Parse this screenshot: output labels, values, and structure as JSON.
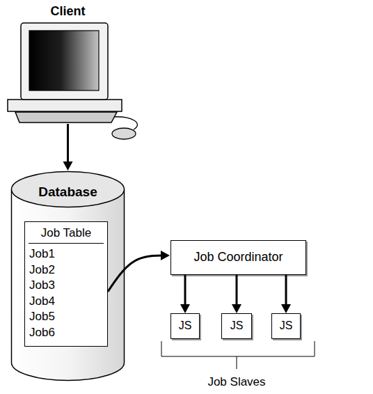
{
  "diagram": {
    "nodes": [
      {
        "text": [
          "Client"
        ]
      },
      {
        "text": [
          "Database"
        ]
      },
      {
        "text": [
          "Job Table",
          "Job1",
          "Job2",
          "Job3",
          "Job4",
          "Job5",
          "Job6"
        ],
        "in": 1
      },
      {
        "text": [
          "Job Coordinator"
        ]
      },
      {
        "text": [
          "JS"
        ]
      },
      {
        "text": [
          "JS"
        ]
      },
      {
        "text": [
          "JS"
        ]
      }
    ],
    "edges": [
      {
        "from": 0,
        "to": 1,
        "arrow": "to"
      },
      {
        "from": 2,
        "to": 3,
        "arrow": "to"
      },
      {
        "from": 3,
        "to": 4,
        "arrow": "to"
      },
      {
        "from": 3,
        "to": 5,
        "arrow": "to"
      },
      {
        "from": 3,
        "to": 6,
        "arrow": "to"
      }
    ],
    "labels": [
      "Job Slaves"
    ]
  }
}
